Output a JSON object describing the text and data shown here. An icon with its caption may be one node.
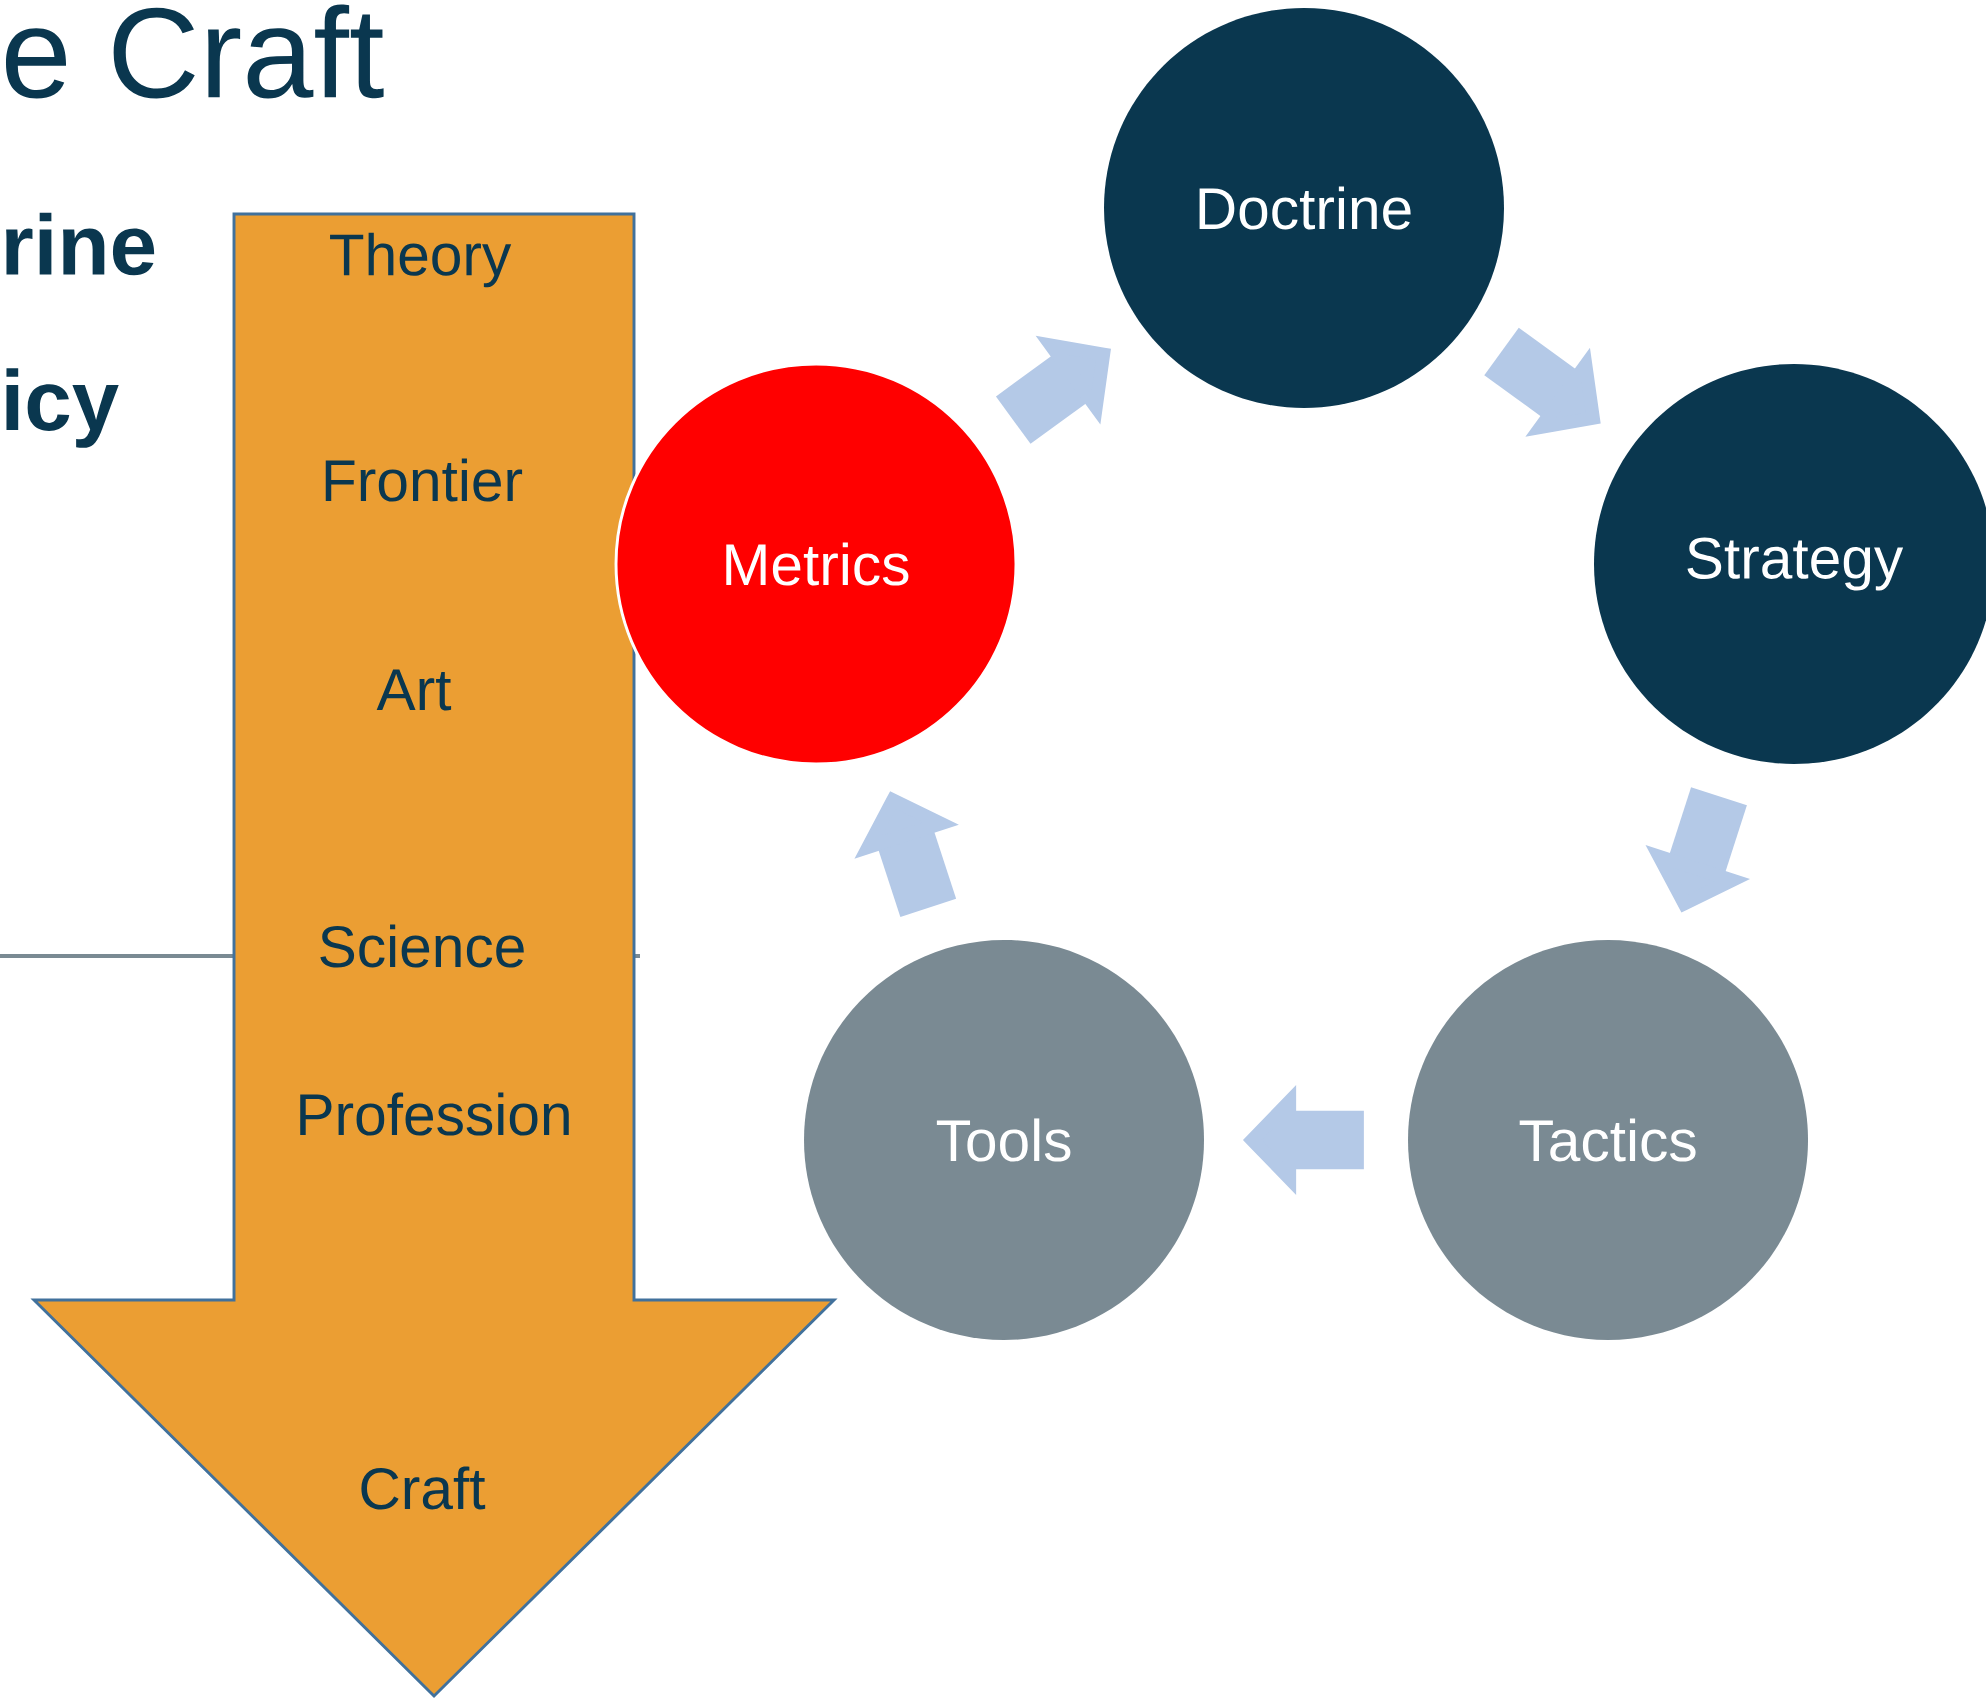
{
  "diagram": {
    "nodes": [
      {
        "text": [
          "Theory",
          "Frontier",
          "Art",
          "Science",
          "Profession",
          "Craft"
        ]
      },
      {
        "text": [
          "Doctrine"
        ]
      },
      {
        "text": [
          "Strategy"
        ]
      },
      {
        "text": [
          "Tactics"
        ]
      },
      {
        "text": [
          "Tools"
        ]
      },
      {
        "text": [
          "Metrics"
        ]
      }
    ],
    "edges": [
      {
        "from": 1,
        "to": 2,
        "arrow": "to"
      },
      {
        "from": 2,
        "to": 3,
        "arrow": "to"
      },
      {
        "from": 3,
        "to": 4,
        "arrow": "to"
      },
      {
        "from": 4,
        "to": 5,
        "arrow": "to"
      },
      {
        "from": 5,
        "to": 1,
        "arrow": "to"
      }
    ],
    "labels": [
      "e Craft",
      "rine",
      "icy"
    ]
  }
}
